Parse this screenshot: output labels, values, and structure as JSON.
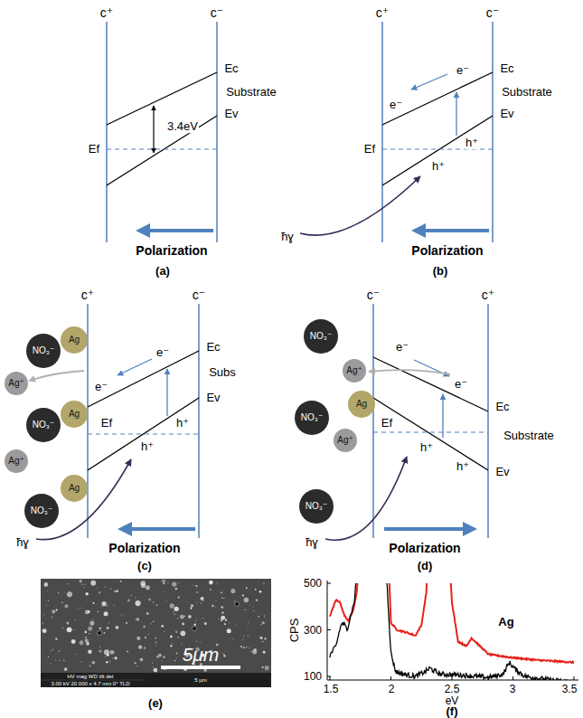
{
  "diagram": {
    "nodes": [
      {
        "text": [
          "NO₃⁻"
        ]
      },
      {
        "text": [
          "Ag"
        ]
      },
      {
        "text": [
          "Ag⁺"
        ]
      },
      {
        "text": [
          "NO₃⁻"
        ]
      },
      {
        "text": [
          "Ag"
        ]
      },
      {
        "text": [
          "Ag⁺"
        ]
      },
      {
        "text": [
          "NO₃⁻"
        ]
      },
      {
        "text": [
          "Ag"
        ]
      },
      {
        "text": [
          "NO₃⁻"
        ]
      },
      {
        "text": [
          "Ag⁺"
        ]
      },
      {
        "text": [
          "Ag"
        ]
      },
      {
        "text": [
          "NO₃⁻"
        ]
      },
      {
        "text": [
          "Ag⁺"
        ]
      },
      {
        "text": [
          "NO₃⁻"
        ]
      }
    ],
    "labels": [
      "c⁺",
      "c⁻",
      "Ec",
      "3.4eV",
      "Ef",
      "Substrate",
      "Ev",
      "Polarization",
      "(a)",
      "c⁺",
      "c⁻",
      "e⁻",
      "e⁻",
      "Ec",
      "Substrate",
      "Ef",
      "h⁺",
      "h⁺",
      "Ev",
      "ħɣ",
      "Polarization",
      "(b)",
      "c⁺",
      "c⁻",
      "e⁻",
      "e⁻",
      "Ec",
      "Subs",
      "Ef",
      "h⁺",
      "h⁺",
      "Ev",
      "ħɣ",
      "Polarization",
      "(c)",
      "c⁻",
      "c⁺",
      "e⁻",
      "Ec",
      "e⁻",
      "Ef",
      "Substrate",
      "h⁺",
      "h⁺",
      "Ev",
      "ħɣ",
      "Polarization",
      "(d)",
      "5μm",
      "HV mag WD tilt det",
      "3.00 kV 20 000 x 4.7 mm 0° TLD",
      "5 μm",
      "(e)",
      "500",
      "300",
      "100",
      "CPS",
      "1.5",
      "2",
      "2.5",
      "3",
      "3.5",
      "eV",
      "Ag",
      "(f)"
    ]
  }
}
